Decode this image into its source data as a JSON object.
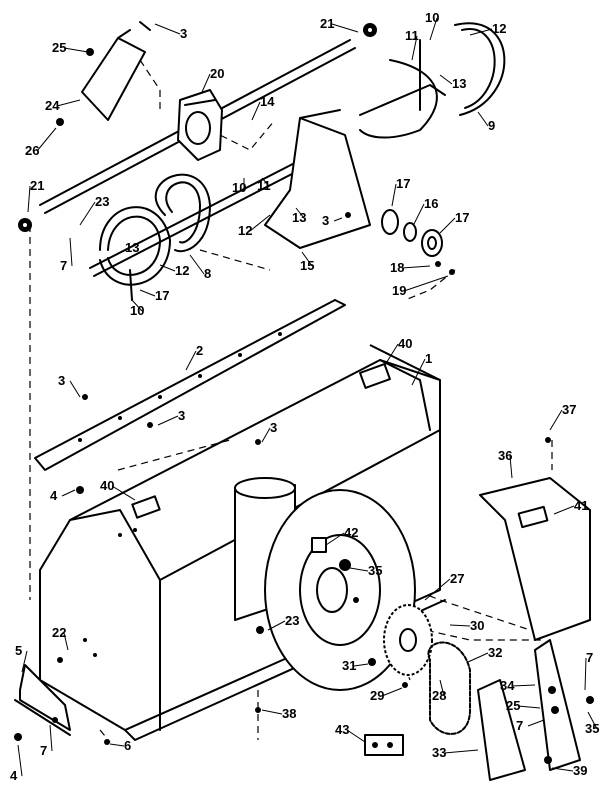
{
  "callouts": [
    {
      "id": "c-3-top",
      "text": "3"
    },
    {
      "id": "c-25-top",
      "text": "25"
    },
    {
      "id": "c-24",
      "text": "24"
    },
    {
      "id": "c-26",
      "text": "26"
    },
    {
      "id": "c-21-top",
      "text": "21"
    },
    {
      "id": "c-10-top",
      "text": "10"
    },
    {
      "id": "c-11-top",
      "text": "11"
    },
    {
      "id": "c-12-top",
      "text": "12"
    },
    {
      "id": "c-13-top",
      "text": "13"
    },
    {
      "id": "c-9",
      "text": "9"
    },
    {
      "id": "c-20",
      "text": "20"
    },
    {
      "id": "c-14",
      "text": "14"
    },
    {
      "id": "c-10-mid",
      "text": "10"
    },
    {
      "id": "c-11-mid",
      "text": "11"
    },
    {
      "id": "c-13-mid",
      "text": "13"
    },
    {
      "id": "c-12-mid",
      "text": "12"
    },
    {
      "id": "c-3-mid",
      "text": "3"
    },
    {
      "id": "c-15",
      "text": "15"
    },
    {
      "id": "c-17-a",
      "text": "17"
    },
    {
      "id": "c-16",
      "text": "16"
    },
    {
      "id": "c-17-b",
      "text": "17"
    },
    {
      "id": "c-18",
      "text": "18"
    },
    {
      "id": "c-19",
      "text": "19"
    },
    {
      "id": "c-21-left",
      "text": "21"
    },
    {
      "id": "c-23-top",
      "text": "23"
    },
    {
      "id": "c-13-left",
      "text": "13"
    },
    {
      "id": "c-7-left",
      "text": "7"
    },
    {
      "id": "c-12-left",
      "text": "12"
    },
    {
      "id": "c-8",
      "text": "8"
    },
    {
      "id": "c-17-left",
      "text": "17"
    },
    {
      "id": "c-10-left",
      "text": "10"
    },
    {
      "id": "c-2",
      "text": "2"
    },
    {
      "id": "c-40-top",
      "text": "40"
    },
    {
      "id": "c-1",
      "text": "1"
    },
    {
      "id": "c-3-bar",
      "text": "3"
    },
    {
      "id": "c-3-bar2",
      "text": "3"
    },
    {
      "id": "c-3-housing",
      "text": "3"
    },
    {
      "id": "c-4-bar",
      "text": "4"
    },
    {
      "id": "c-40-front",
      "text": "40"
    },
    {
      "id": "c-37",
      "text": "37"
    },
    {
      "id": "c-36",
      "text": "36"
    },
    {
      "id": "c-41",
      "text": "41"
    },
    {
      "id": "c-42",
      "text": "42"
    },
    {
      "id": "c-35-fan",
      "text": "35"
    },
    {
      "id": "c-27",
      "text": "27"
    },
    {
      "id": "c-22",
      "text": "22"
    },
    {
      "id": "c-23-fan",
      "text": "23"
    },
    {
      "id": "c-30",
      "text": "30"
    },
    {
      "id": "c-32",
      "text": "32"
    },
    {
      "id": "c-5",
      "text": "5"
    },
    {
      "id": "c-31",
      "text": "31"
    },
    {
      "id": "c-28",
      "text": "28"
    },
    {
      "id": "c-29",
      "text": "29"
    },
    {
      "id": "c-7-right",
      "text": "7"
    },
    {
      "id": "c-34",
      "text": "34"
    },
    {
      "id": "c-25-right",
      "text": "25"
    },
    {
      "id": "c-7-right2",
      "text": "7"
    },
    {
      "id": "c-35-right",
      "text": "35"
    },
    {
      "id": "c-38",
      "text": "38"
    },
    {
      "id": "c-43",
      "text": "43"
    },
    {
      "id": "c-33",
      "text": "33"
    },
    {
      "id": "c-39",
      "text": "39"
    },
    {
      "id": "c-7-bottom",
      "text": "7"
    },
    {
      "id": "c-6",
      "text": "6"
    },
    {
      "id": "c-4-bottom",
      "text": "4"
    }
  ]
}
